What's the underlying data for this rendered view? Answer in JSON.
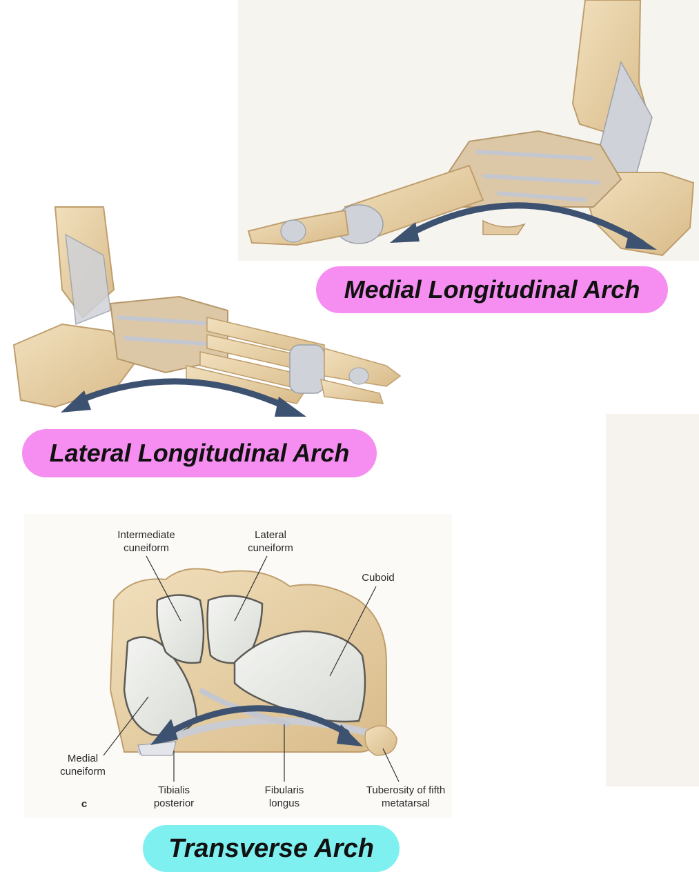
{
  "colors": {
    "medial_pill": "#f58ef0",
    "lateral_pill": "#f58ef0",
    "transverse_pill": "#7ff0f0",
    "arrow": "#3d5170",
    "bone": "#e6cfa6",
    "bone_dark": "#c9a879",
    "ligament": "#c9ccd3",
    "cartilage": "#e9ebe8"
  },
  "arches": {
    "medial": "Medial Longitudinal Arch",
    "lateral": "Lateral Longitudinal Arch",
    "transverse": "Transverse Arch"
  },
  "labels": {
    "intermediate_cuneiform": [
      "Intermediate",
      "cuneiform"
    ],
    "lateral_cuneiform": [
      "Lateral",
      "cuneiform"
    ],
    "cuboid": "Cuboid",
    "medial_cuneiform": [
      "Medial",
      "cuneiform"
    ],
    "tibialis_posterior": [
      "Tibialis",
      "posterior"
    ],
    "fibularis_longus": [
      "Fibularis",
      "longus"
    ],
    "tuberosity_fifth_metatarsal": [
      "Tuberosity of fifth",
      "metatarsal"
    ],
    "panel_letter": "c"
  }
}
